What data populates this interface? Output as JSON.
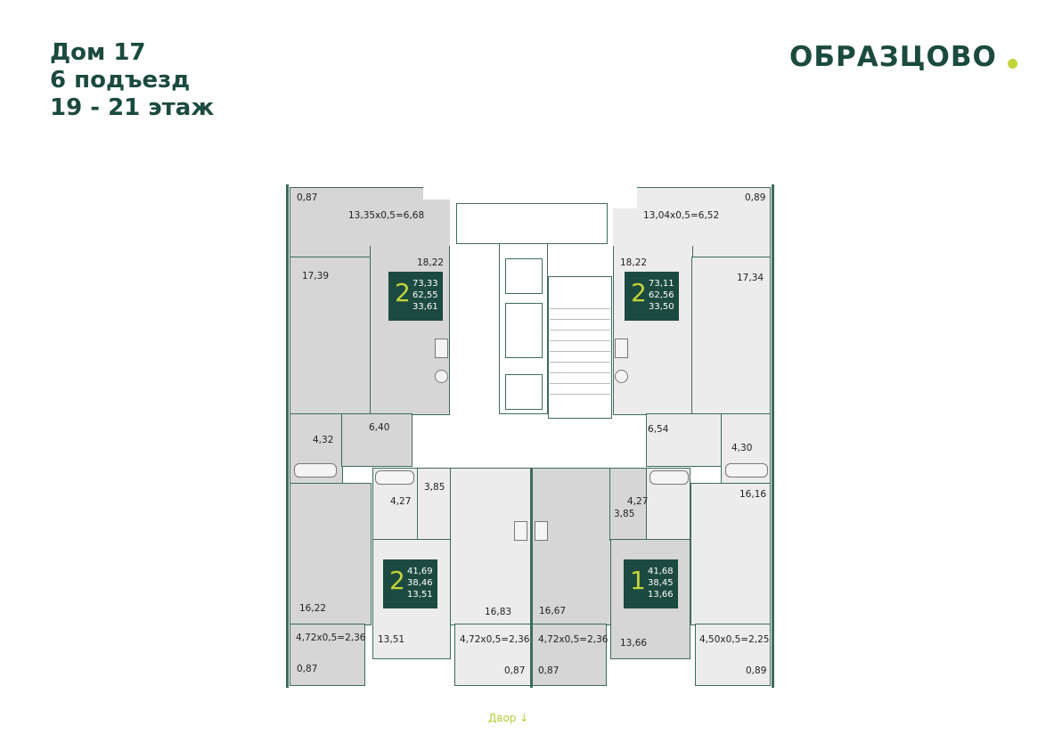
{
  "header": {
    "line1": "Дом 17",
    "line2": "6 подъезд",
    "line3": "19 - 21 этаж"
  },
  "logo": {
    "text": "ОБРАЗЦОВО",
    "dot_color": "#c3d43b"
  },
  "colors": {
    "brand": "#1b4a3f",
    "accent": "#c3d43b",
    "room_dark": "#d6d6d6",
    "room_light": "#ececec"
  },
  "apartments": [
    {
      "rooms": "2",
      "total": "73,33",
      "living": "62,55",
      "kitchen": "33,61"
    },
    {
      "rooms": "2",
      "total": "73,11",
      "living": "62,56",
      "kitchen": "33,50"
    },
    {
      "rooms": "2",
      "total": "41,69",
      "living": "38,46",
      "kitchen": "13,51"
    },
    {
      "rooms": "1",
      "total": "41,68",
      "living": "38,45",
      "kitchen": "13,66"
    }
  ],
  "labels": {
    "a": "0,87",
    "b": "13,35x0,5=6,68",
    "c": "18,22",
    "d": "17,39",
    "e": "0,89",
    "f": "13,04x0,5=6,52",
    "g": "18,22",
    "h": "17,34",
    "i": "4,32",
    "j": "6,40",
    "k": "6,54",
    "m": "4,30",
    "n": "3,85",
    "o": "4,27",
    "p": "16,16",
    "q": "3,85",
    "s": "4,27",
    "t": "16,22",
    "u": "16,83",
    "v": "16,67",
    "x": "4,72x0,5=2,36",
    "y": "13,51",
    "z": "4,72x0,5=2,36",
    "aa": "4,72x0,5=2,36",
    "ab": "13,66",
    "ac": "4,50x0,5=2,25",
    "ad": "0,87",
    "ae": "0,87",
    "af": "0,87",
    "ag": "0,89"
  },
  "footer": {
    "yard": "Двор ↓"
  }
}
